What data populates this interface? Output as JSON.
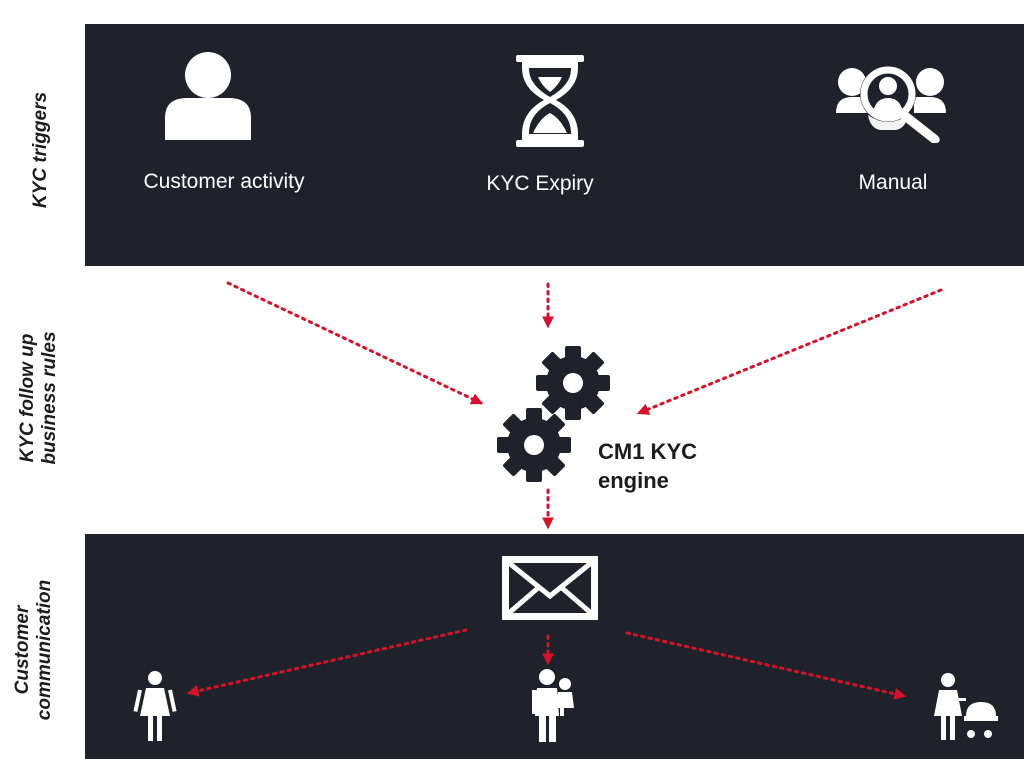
{
  "rows": {
    "triggers_label": "KYC triggers",
    "rules_label_line1": "KYC follow up",
    "rules_label_line2": "business rules",
    "communication_label_line1": "Customer",
    "communication_label_line2": "communication"
  },
  "triggers": [
    {
      "label": "Customer activity",
      "icon": "person-icon"
    },
    {
      "label": "KYC Expiry",
      "icon": "hourglass-icon"
    },
    {
      "label": "Manual",
      "icon": "group-search-icon"
    }
  ],
  "engine": {
    "line1": "CM1 KYC",
    "line2": "engine",
    "icon": "gears-icon"
  },
  "communication": {
    "channel_icon": "envelope-icon",
    "recipients": [
      "woman-icon",
      "parent-with-child-icon",
      "woman-with-stroller-icon"
    ]
  },
  "colors": {
    "panel": "#1f222b",
    "arrow": "#d4122b",
    "icon": "#ffffff",
    "gear": "#1f222b"
  }
}
